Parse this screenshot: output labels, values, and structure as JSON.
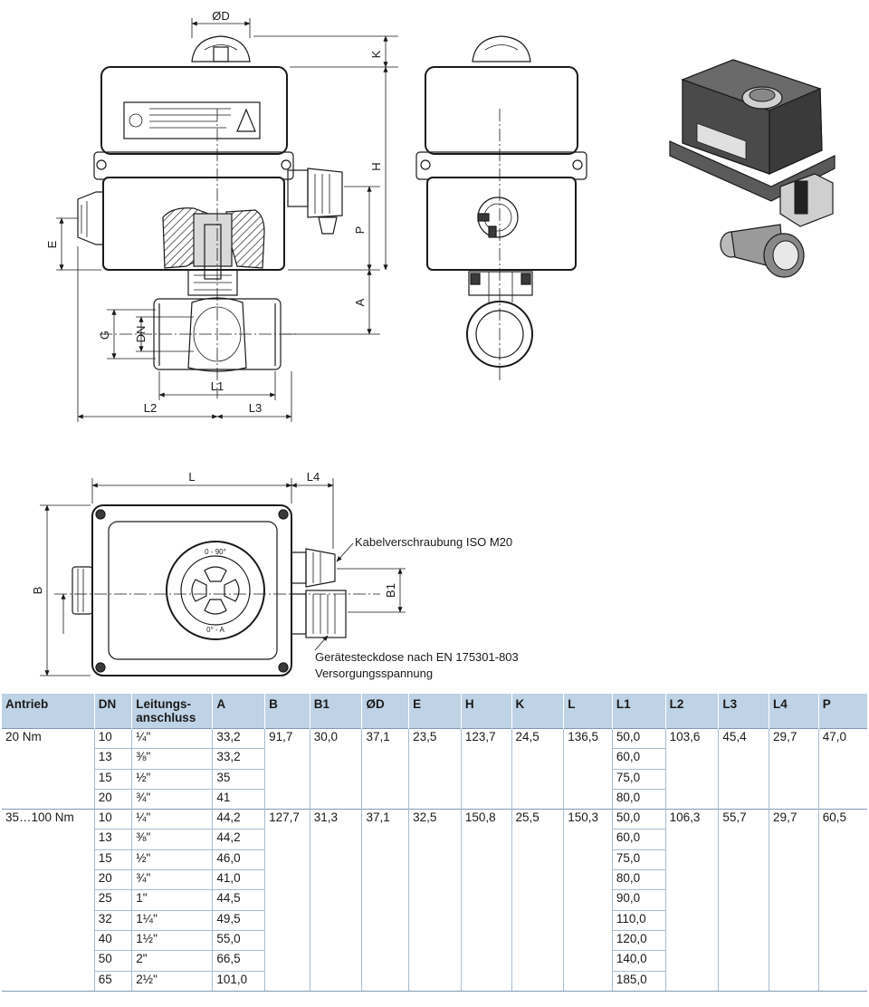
{
  "drawing_labels": {
    "od": "ØD",
    "k": "K",
    "h": "H",
    "p": "P",
    "a": "A",
    "e": "E",
    "g": "G",
    "dn": "DN",
    "l1": "L1",
    "l2": "L2",
    "l3": "L3",
    "l": "L",
    "l4": "L4",
    "b": "B",
    "b1": "B1",
    "cable_gland": "Kabelverschraubung ISO M20",
    "plug_line1": "Gerätesteckdose nach EN 175301-803",
    "plug_line2": "Versorgungsspannung"
  },
  "table": {
    "headers": [
      "Antrieb",
      "DN",
      "Leitungs-anschluss",
      "A",
      "B",
      "B1",
      "ØD",
      "E",
      "H",
      "K",
      "L",
      "L1",
      "L2",
      "L3",
      "L4",
      "P"
    ],
    "header_conn_line1": "Leitungs-",
    "header_conn_line2": "anschluss",
    "groups": [
      {
        "antrieb": "20 Nm",
        "B": "91,7",
        "B1": "30,0",
        "OD": "37,1",
        "E": "23,5",
        "H": "123,7",
        "K": "24,5",
        "L": "136,5",
        "L2": "103,6",
        "L3": "45,4",
        "L4": "29,7",
        "P": "47,0",
        "rows": [
          {
            "dn": "10",
            "conn": "¼\"",
            "a": "33,2",
            "l1": "50,0"
          },
          {
            "dn": "13",
            "conn": "⅜\"",
            "a": "33,2",
            "l1": "60,0"
          },
          {
            "dn": "15",
            "conn": "½\"",
            "a": "35",
            "l1": "75,0"
          },
          {
            "dn": "20",
            "conn": "¾\"",
            "a": "41",
            "l1": "80,0"
          }
        ]
      },
      {
        "antrieb": "35…100 Nm",
        "B": "127,7",
        "B1": "31,3",
        "OD": "37,1",
        "E": "32,5",
        "H": "150,8",
        "K": "25,5",
        "L": "150,3",
        "L2": "106,3",
        "L3": "55,7",
        "L4": "29,7",
        "P": "60,5",
        "rows": [
          {
            "dn": "10",
            "conn": "¼\"",
            "a": "44,2",
            "l1": "50,0"
          },
          {
            "dn": "13",
            "conn": "⅜\"",
            "a": "44,2",
            "l1": "60,0"
          },
          {
            "dn": "15",
            "conn": "½\"",
            "a": "46,0",
            "l1": "75,0"
          },
          {
            "dn": "20",
            "conn": "¾\"",
            "a": "41,0",
            "l1": "80,0"
          },
          {
            "dn": "25",
            "conn": "1\"",
            "a": "44,5",
            "l1": "90,0"
          },
          {
            "dn": "32",
            "conn": "1¼\"",
            "a": "49,5",
            "l1": "110,0"
          },
          {
            "dn": "40",
            "conn": "1½\"",
            "a": "55,0",
            "l1": "120,0"
          },
          {
            "dn": "50",
            "conn": "2\"",
            "a": "66,5",
            "l1": "140,0"
          },
          {
            "dn": "65",
            "conn": "2½\"",
            "a": "101,0",
            "l1": "185,0"
          }
        ]
      }
    ]
  }
}
